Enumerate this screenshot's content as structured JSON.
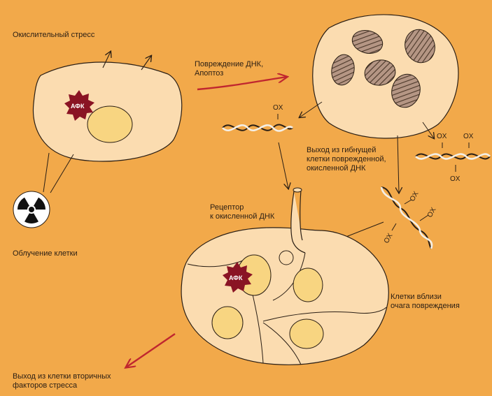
{
  "labels": {
    "oxidative_stress": "Окислительный стресс",
    "dna_damage": "Повреждение ДНК,\nАпоптоз",
    "exit_dna": "Выход из гибнущей\nклетки поврежденной,\nокисленной ДНК",
    "receptor": "Рецептор\nк окисленной ДНК",
    "irradiation": "Облучение клетки",
    "nearby_cells": "Клетки вблизи\nочага повреждения",
    "secondary_factors": "Выход из клетки вторичных\nфакторов стресса"
  },
  "ros_badge": "АФК",
  "ox_tag": "OX",
  "colors": {
    "background": "#f2a94a",
    "cell": "#fbdcb0",
    "nucleus": "#f8d581",
    "ros": "#8a1424",
    "arrow_red": "#c0262f",
    "outline": "#2a1e14"
  }
}
